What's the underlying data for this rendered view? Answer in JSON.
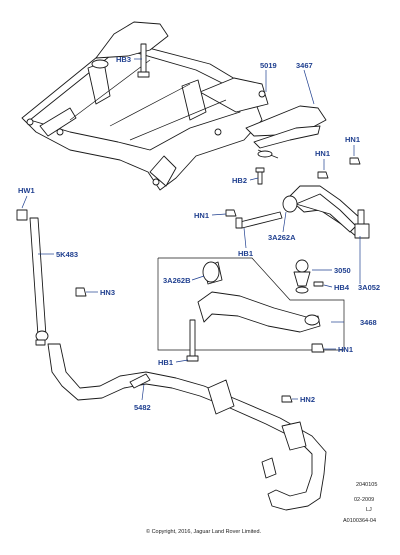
{
  "labels": {
    "hb3": "HB3",
    "n5019": "5019",
    "n3467": "3467",
    "hn1_a": "HN1",
    "hn1_b": "HN1",
    "hb2": "HB2",
    "hw1": "HW1",
    "hn1_c": "HN1",
    "n3a262a": "3A262A",
    "hb1_a": "HB1",
    "n5k483": "5K483",
    "n3050": "3050",
    "hn3": "HN3",
    "n3a262b": "3A262B",
    "hb4": "HB4",
    "n3a052": "3A052",
    "n3468": "3468",
    "hn1_d": "HN1",
    "hb1_b": "HB1",
    "hn2": "HN2",
    "n5482": "5482"
  },
  "meta": {
    "line1": "2040105",
    "line2": "02-2009",
    "line3": "LJ",
    "line4": "A0100364-04"
  },
  "copyright": "© Copyright, 2016, Jaguar Land Rover Limited."
}
